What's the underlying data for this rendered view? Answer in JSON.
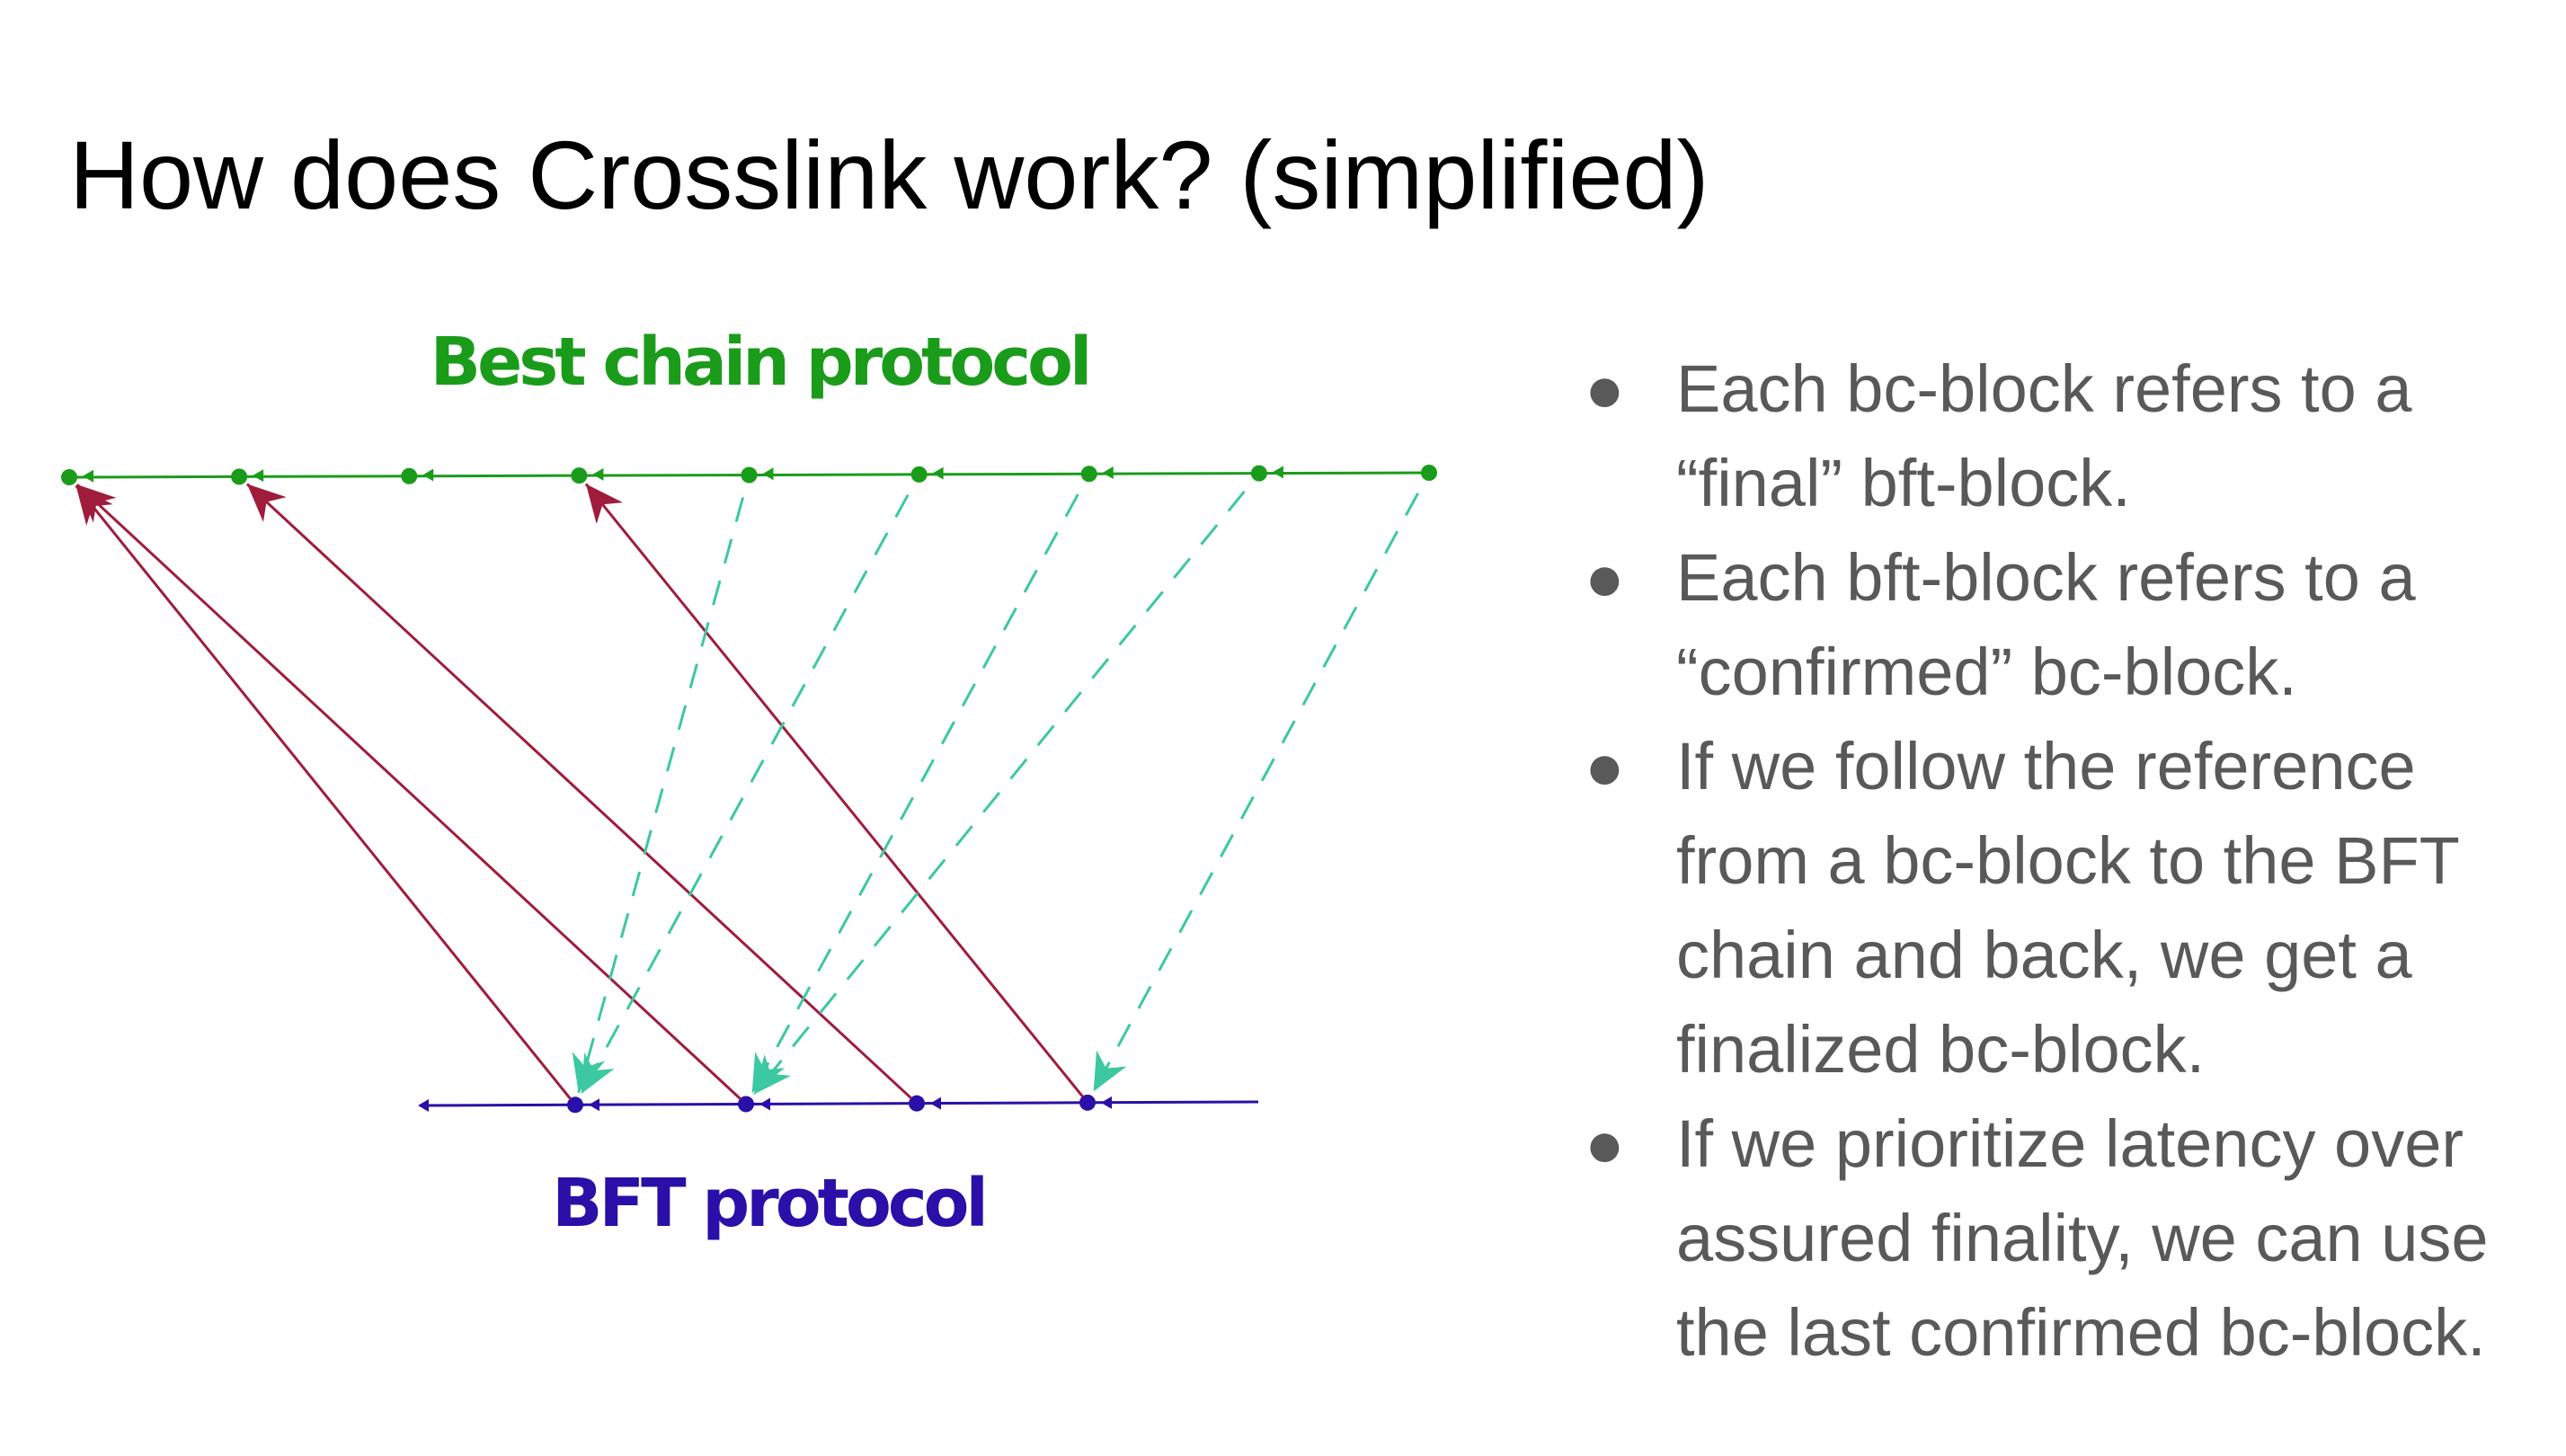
{
  "slide": {
    "title": "How does Crosslink work? (simplified)"
  },
  "diagram": {
    "best_chain": {
      "label": "Best chain protocol",
      "color": "#1a9c1a",
      "block_count": 9
    },
    "bft": {
      "label": "BFT protocol",
      "color": "#2a0fa8",
      "block_count": 4
    },
    "final_ref_color": "#a01c3c",
    "confirmed_ref_color": "#3cc8a0",
    "final_references": [
      {
        "from_bft": 0,
        "to_bc": 0
      },
      {
        "from_bft": 1,
        "to_bc": 0
      },
      {
        "from_bft": 2,
        "to_bc": 1
      },
      {
        "from_bft": 3,
        "to_bc": 3
      }
    ],
    "confirmed_references": [
      {
        "from_bc": 4,
        "to_bft": 0
      },
      {
        "from_bc": 5,
        "to_bft": 0
      },
      {
        "from_bc": 6,
        "to_bft": 1
      },
      {
        "from_bc": 7,
        "to_bft": 1
      },
      {
        "from_bc": 8,
        "to_bft": 3
      }
    ]
  },
  "bullets": [
    {
      "symbol": "●",
      "text": "Each bc-block refers to a “final” bft-block."
    },
    {
      "symbol": "●",
      "text": "Each bft-block refers to a “confirmed” bc-block."
    },
    {
      "symbol": "●",
      "text": "If we follow the reference from a bc-block to the BFT chain and back, we get a finalized bc-block."
    },
    {
      "symbol": "●",
      "text": "If we prioritize latency over assured finality, we can use the last confirmed bc-block."
    }
  ]
}
